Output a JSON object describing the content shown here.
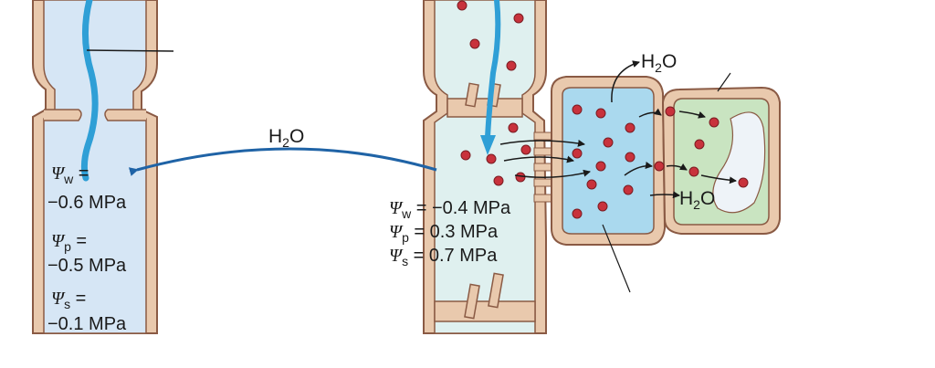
{
  "labels": {
    "h2o_main": "H2O",
    "h2o_top": "H2O",
    "h2o_mid": "H2O"
  },
  "xylem": {
    "psi_w": {
      "symbol": "Ψ",
      "sub": "w",
      "eq": " =",
      "value": "−0.6 MPa"
    },
    "psi_p": {
      "symbol": "Ψ",
      "sub": "p",
      "eq": " =",
      "value": "−0.5 MPa"
    },
    "psi_s": {
      "symbol": "Ψ",
      "sub": "s",
      "eq": " =",
      "value": "−0.1 MPa"
    }
  },
  "phloem": {
    "psi_w": {
      "symbol": "Ψ",
      "sub": "w",
      "value": " = −0.4 MPa"
    },
    "psi_p": {
      "symbol": "Ψ",
      "sub": "p",
      "value": " =  0.3 MPa"
    },
    "psi_s": {
      "symbol": "Ψ",
      "sub": "s",
      "value": " = 0.7 MPa"
    }
  },
  "colors": {
    "wall": "#e9c9ad",
    "wall_stroke": "#8a5a44",
    "xylem_fill": "#d6e6f5",
    "phloem_fill": "#dff0ef",
    "companion_fill": "#aad9ee",
    "mesophyll_fill": "#c9e4c1",
    "vacuole_fill": "#eef3f8",
    "water_line": "#2f9fd6",
    "arrow_main": "#1f63a6",
    "sugar": "#c8323c"
  },
  "icons": {
    "sugar": "sugar-molecule-dot",
    "water_flow": "water-flow-arrow"
  }
}
